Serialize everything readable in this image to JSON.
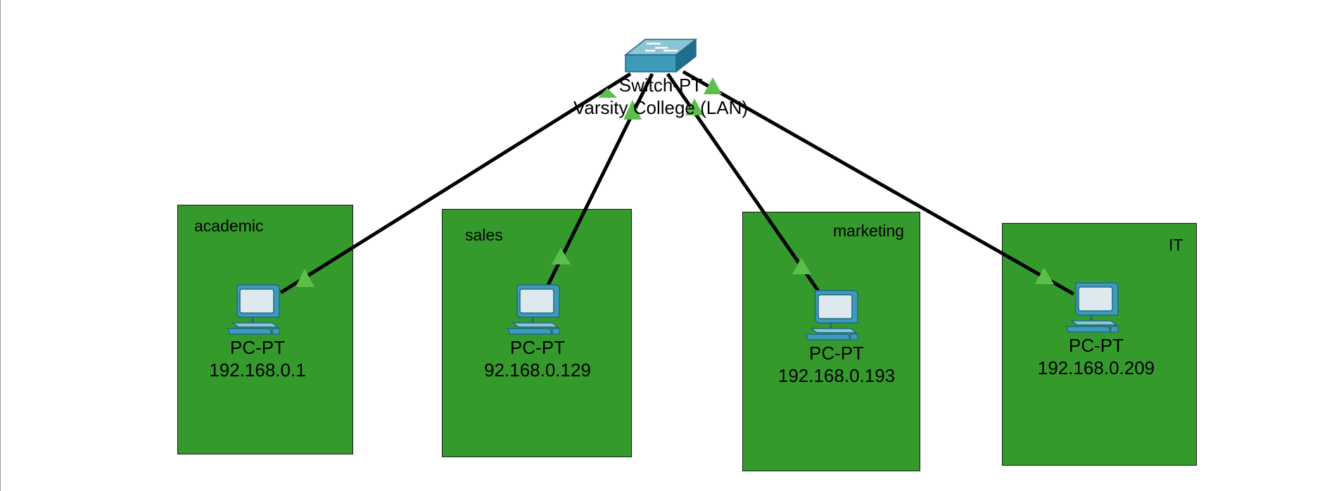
{
  "switch": {
    "model": "Switch-PT",
    "name": "Varsity College (LAN)",
    "icon": "switch-icon"
  },
  "areas": [
    {
      "label": "academic",
      "pc": {
        "model": "PC-PT",
        "ip": "192.168.0.1",
        "icon": "pc-icon"
      }
    },
    {
      "label": "sales",
      "pc": {
        "model": "PC-PT",
        "ip": "92.168.0.129",
        "icon": "pc-icon"
      }
    },
    {
      "label": "marketing",
      "pc": {
        "model": "PC-PT",
        "ip": "192.168.0.193",
        "icon": "pc-icon"
      }
    },
    {
      "label": "IT",
      "pc": {
        "model": "PC-PT",
        "ip": "192.168.0.209",
        "icon": "pc-icon"
      }
    }
  ],
  "colors": {
    "area_fill": "#359a2c",
    "link_status_up": "#5cbf4a",
    "link": "#000000",
    "device": "#2f8aa8"
  }
}
